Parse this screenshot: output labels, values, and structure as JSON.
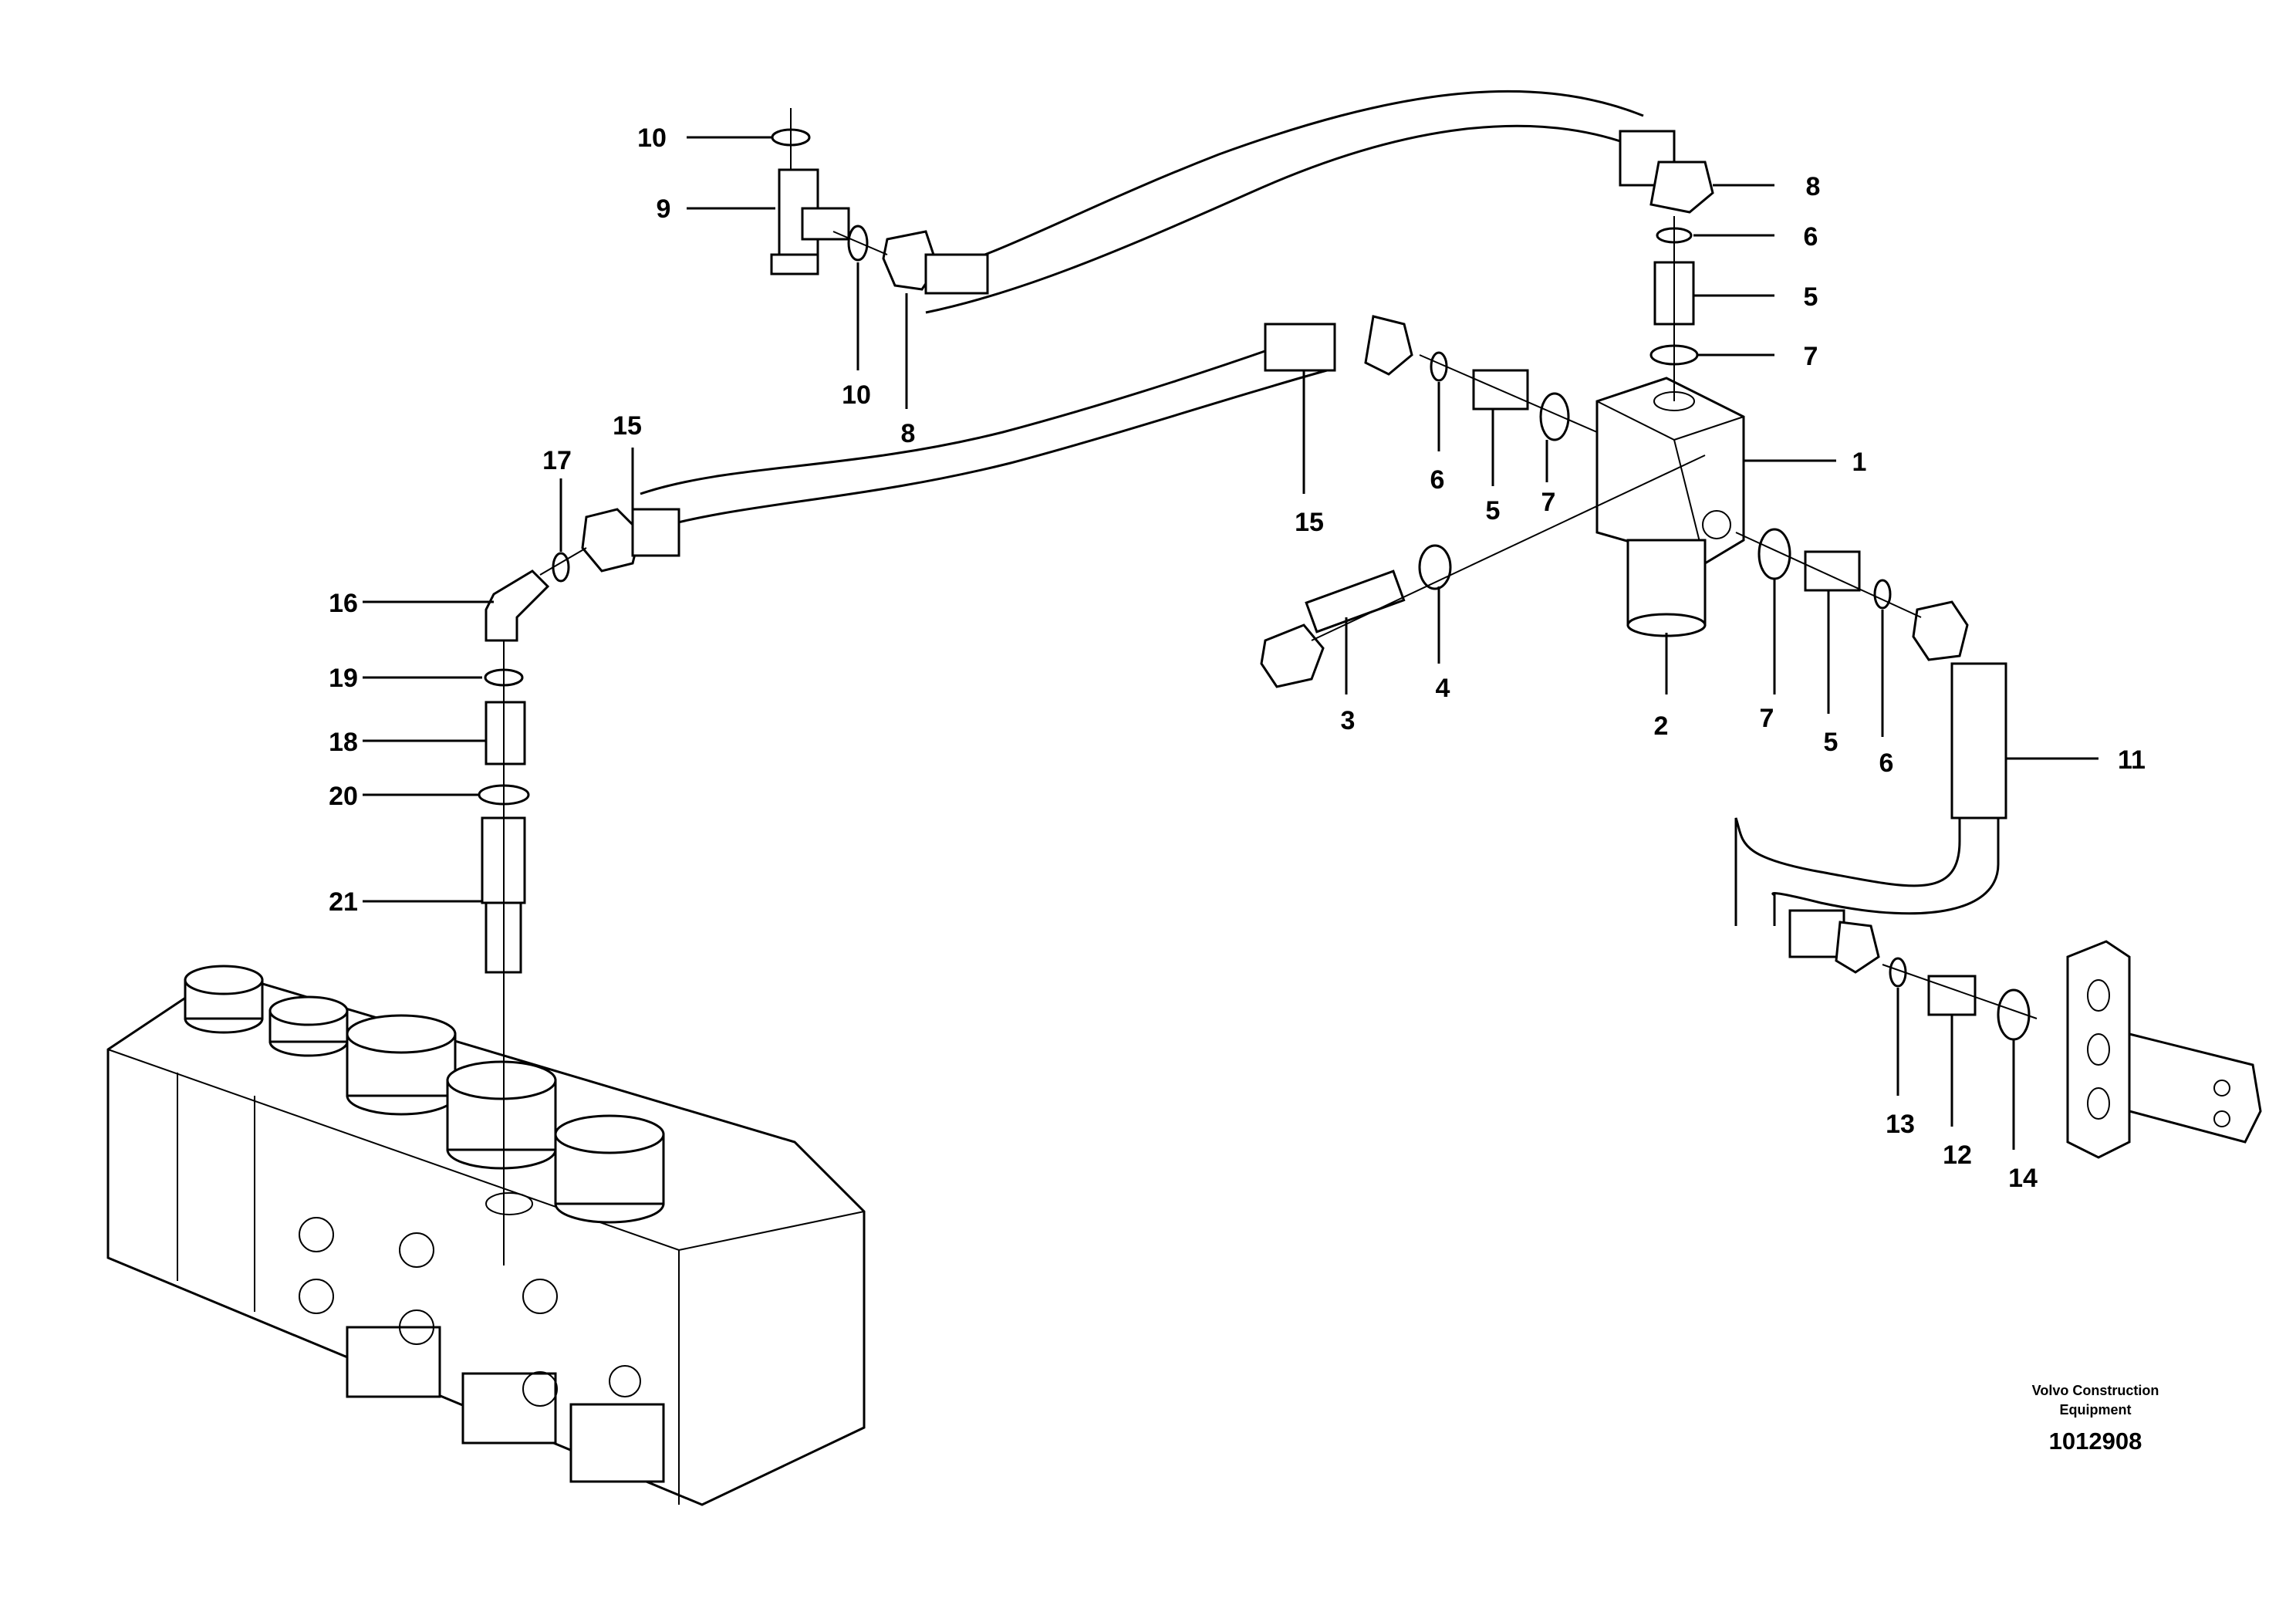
{
  "labels": {
    "l1": "1",
    "l2": "2",
    "l3": "3",
    "l4": "4",
    "l5a": "5",
    "l5b": "5",
    "l5c": "5",
    "l6a": "6",
    "l6b": "6",
    "l6c": "6",
    "l7a": "7",
    "l7b": "7",
    "l7c": "7",
    "l8a": "8",
    "l8b": "8",
    "l9": "9",
    "l10a": "10",
    "l10b": "10",
    "l11": "11",
    "l12": "12",
    "l13": "13",
    "l14": "14",
    "l15a": "15",
    "l15b": "15",
    "l16": "16",
    "l17": "17",
    "l18": "18",
    "l19": "19",
    "l20": "20",
    "l21": "21"
  },
  "brand": {
    "line1": "Volvo Construction",
    "line2": "Equipment"
  },
  "doc_number": "1012908"
}
